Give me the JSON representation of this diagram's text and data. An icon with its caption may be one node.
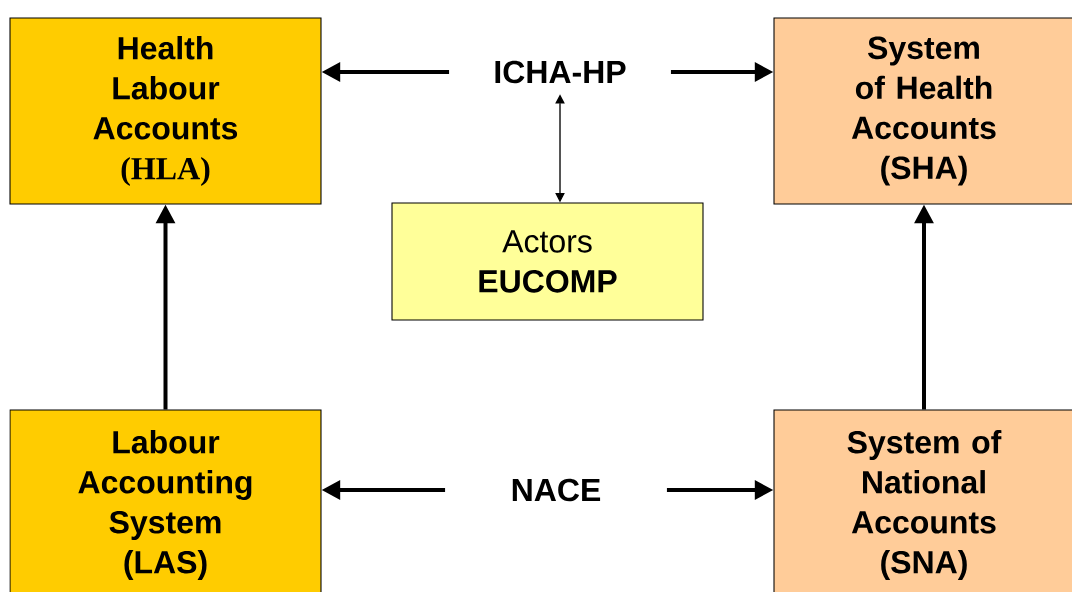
{
  "diagram": {
    "nodes": [
      {
        "text": [
          "Health Labour Accounts",
          "(HLA)"
        ]
      },
      {
        "text": [
          "ICHA-HP"
        ]
      },
      {
        "text": [
          "System of Health Accounts (SHA)"
        ]
      },
      {
        "text": [
          "Actors",
          "EUCOMP"
        ]
      },
      {
        "text": [
          "Labour Accounting System (LAS)"
        ]
      },
      {
        "text": [
          "NACE"
        ]
      },
      {
        "text": [
          "System of National Accounts (SNA)"
        ]
      }
    ],
    "edges": [
      {
        "from": 1,
        "to": 0,
        "arrow": "to"
      },
      {
        "from": 1,
        "to": 2,
        "arrow": "to"
      },
      {
        "from": 1,
        "to": 3,
        "arrow": "both"
      },
      {
        "from": 4,
        "to": 0,
        "arrow": "to"
      },
      {
        "from": 6,
        "to": 2,
        "arrow": "to"
      },
      {
        "from": 5,
        "to": 4,
        "arrow": "to"
      },
      {
        "from": 5,
        "to": 6,
        "arrow": "to"
      }
    ]
  }
}
